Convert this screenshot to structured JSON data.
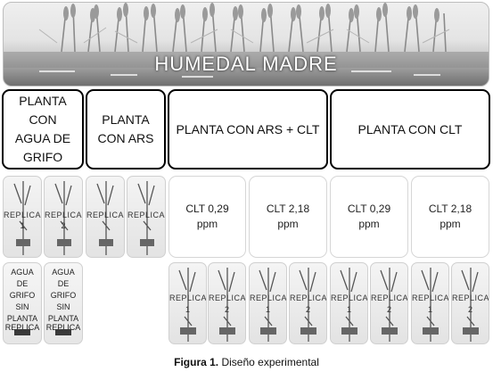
{
  "banner_title": "HUMEDAL MADRE",
  "headers": {
    "tap": "PLANTA\nCON\nAGUA DE\nGRIFO",
    "ars": "PLANTA\nCON ARS",
    "ars_clt": "PLANTA CON ARS + CLT",
    "clt": "PLANTA CON CLT"
  },
  "replica_label": "REPLICA",
  "replica_numbers": [
    "1",
    "2"
  ],
  "clt_boxes": [
    "CLT 0,29\nppm",
    "CLT 2,18\nppm",
    "CLT 0,29\nppm",
    "CLT  2,18\nppm"
  ],
  "water_control": {
    "text": "AGUA\nDE\nGRIFO\nSIN\nPLANTA",
    "replica": "REPLICA"
  },
  "caption": {
    "label": "Figura 1.",
    "text": " Diseño experimental"
  }
}
